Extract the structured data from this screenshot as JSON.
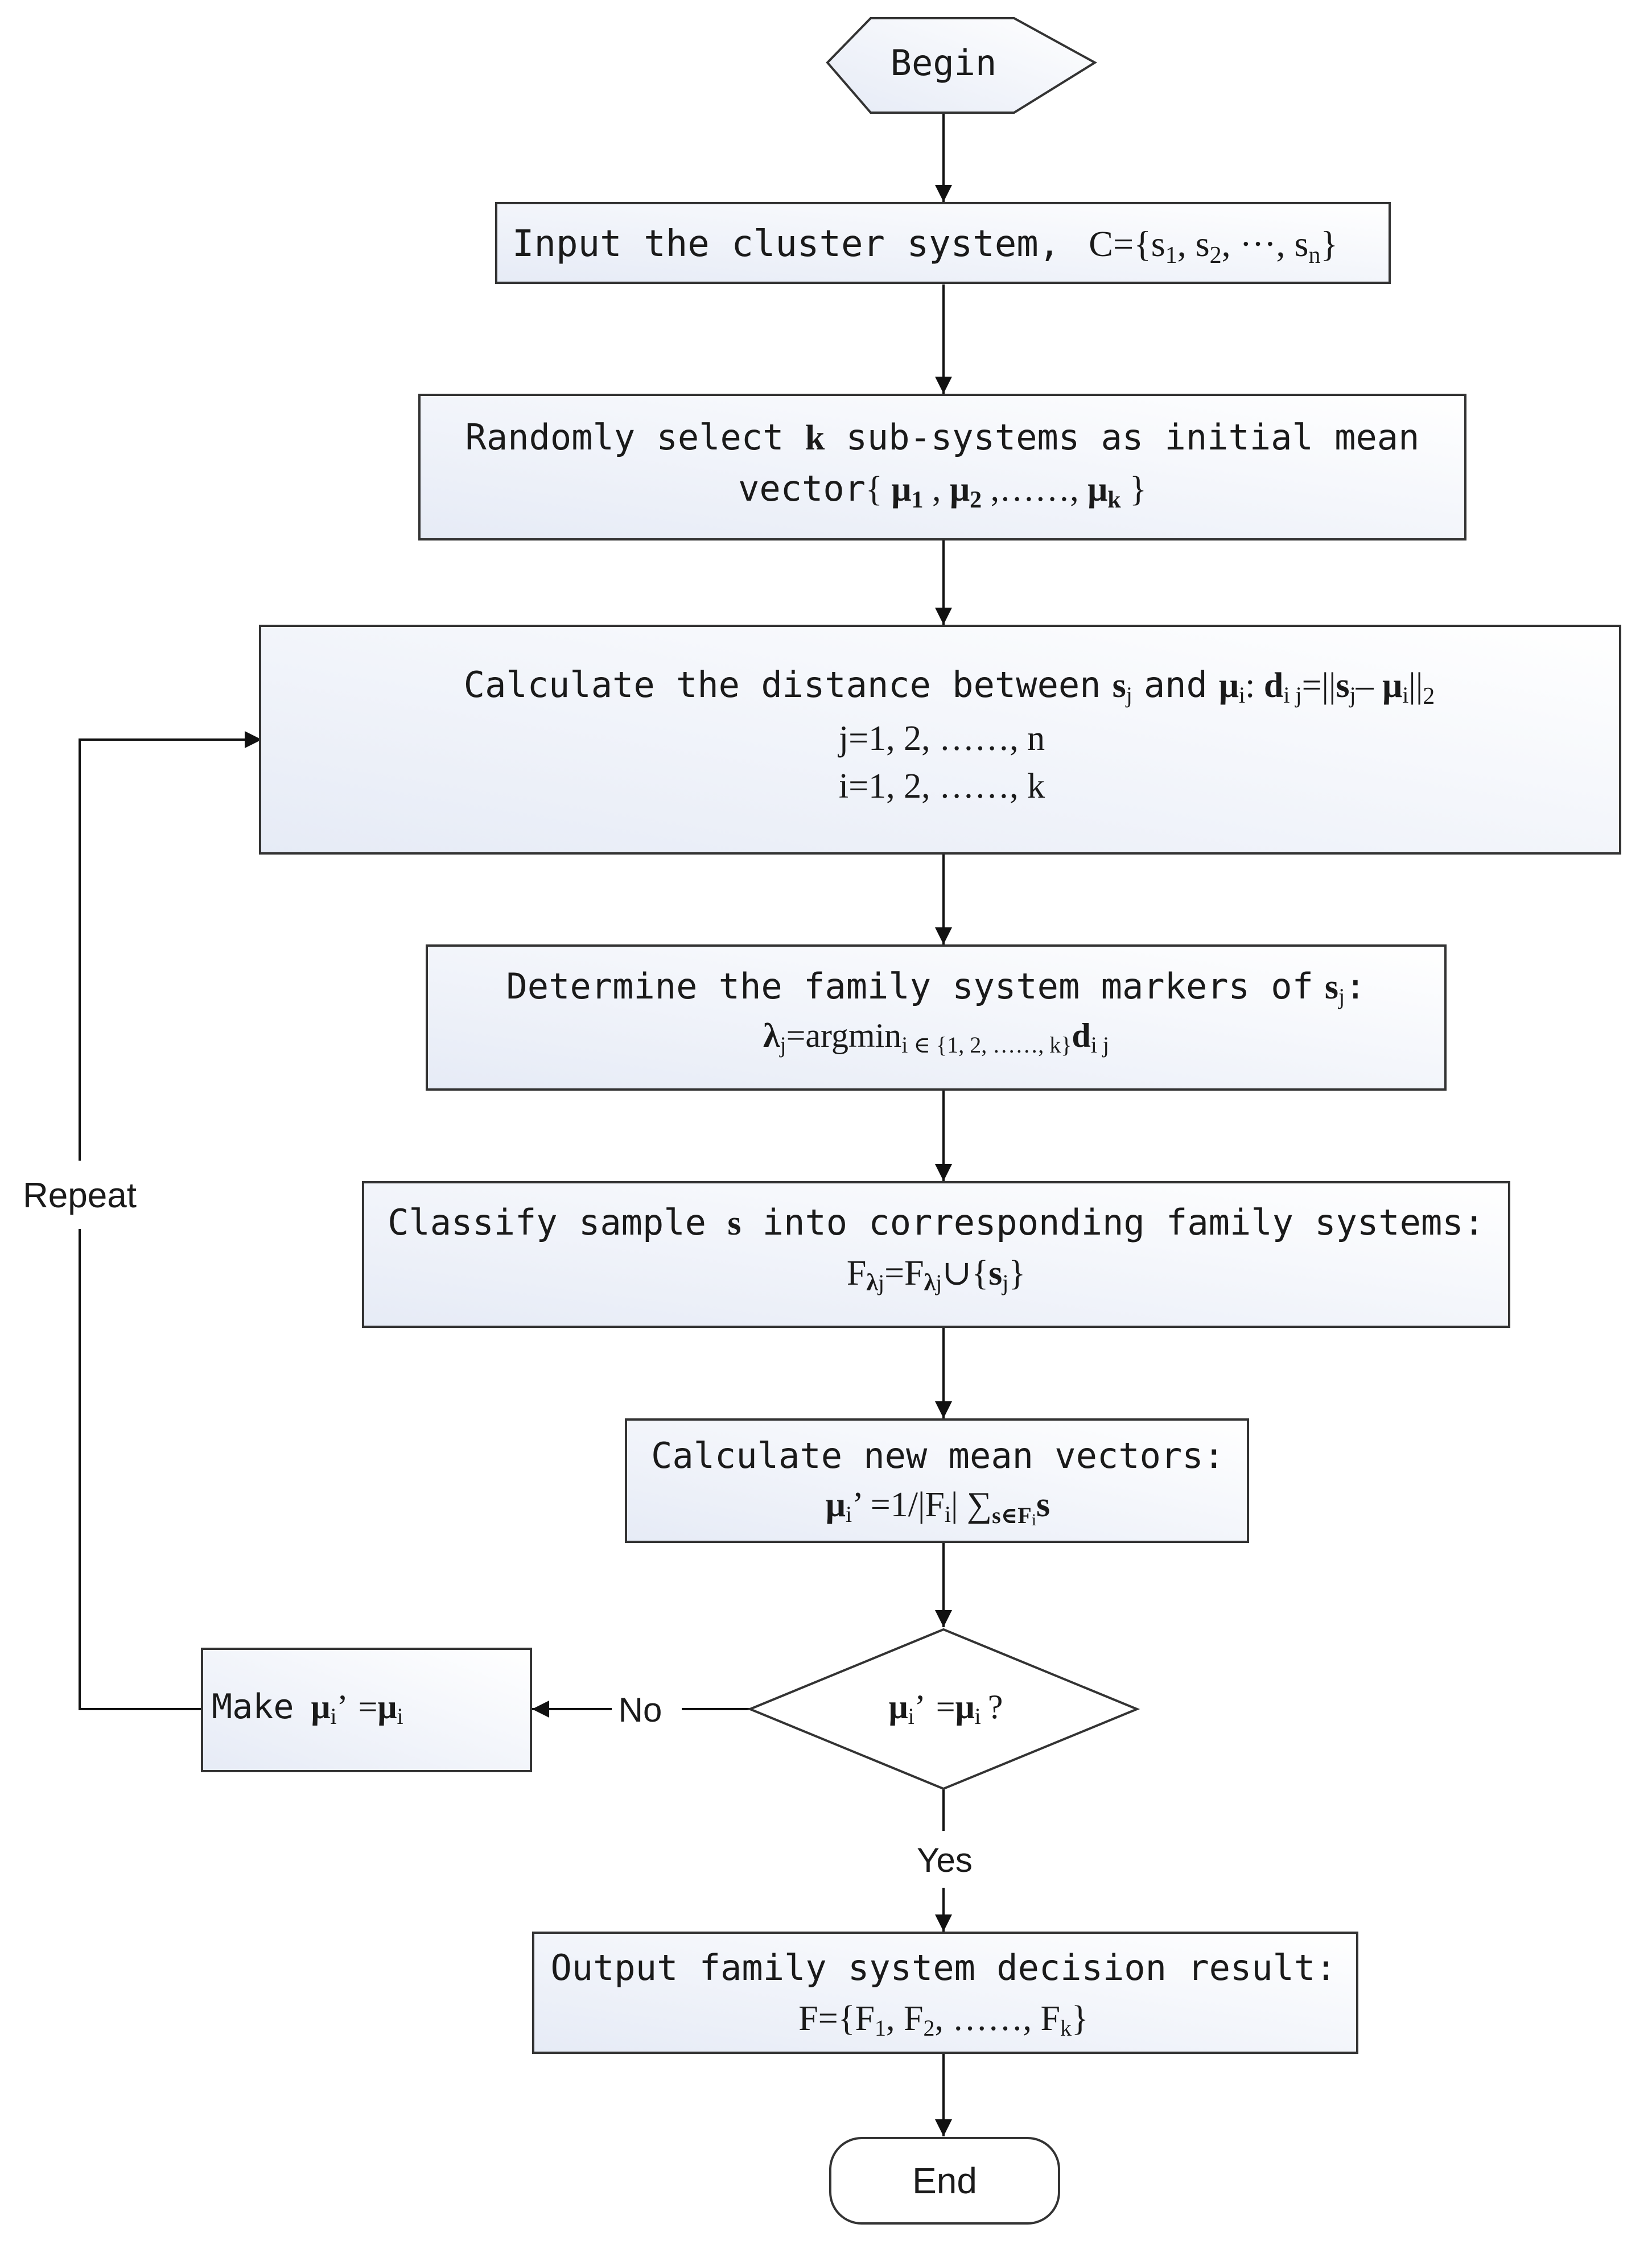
{
  "nodes": {
    "begin": {
      "label": "Begin"
    },
    "input": {
      "text": "Input the cluster system,",
      "c_eq": "C=",
      "s1": "s",
      "s1_sub": "1",
      "s2": "s",
      "s2_sub": "2",
      "ellipsis": "···",
      "sn": "s",
      "sn_sub": "n"
    },
    "select": {
      "line1": "Randomly select",
      "k": "k",
      "line1b": "sub-systems as initial mean",
      "vector": "vector",
      "mu": "μ",
      "sub1": "1",
      "sub2": "2",
      "subk": "k",
      "dots": "……"
    },
    "distance": {
      "prefix": "Calculate the distance between",
      "s": "s",
      "j": "j",
      "and": "and",
      "mu": "μ",
      "i": "i",
      "d": "d",
      "ij": "i j",
      "norm_sub": "2",
      "line2": "j=1, 2, ……, n",
      "line3": "i=1, 2, ……, k"
    },
    "determine": {
      "line1": "Determine the family system markers of",
      "s": "s",
      "j": "j",
      "lambda": "λ",
      "eq": "=argmin",
      "set": "i ∈ {1, 2, ……, k}",
      "d": "d",
      "ij": "i j"
    },
    "classify": {
      "line1": "Classify sample",
      "s": "s",
      "line1b": "into corresponding family systems:",
      "F": "F",
      "lambda": "λ",
      "j": "j",
      "union": "∪",
      "sj": "s"
    },
    "newmean": {
      "line1": "Calculate new mean vectors:",
      "mu": "μ",
      "i": "i",
      "prime": "’",
      "eq": "=1/",
      "F": "F",
      "sum": "∑",
      "sum_sub": "s∈F",
      "sum_sub_i": "i",
      "s": "s"
    },
    "decision": {
      "mu": "μ",
      "i": "i",
      "prime": "’",
      "eq": "=",
      "q": "?"
    },
    "make": {
      "label": "Make",
      "mu": "μ",
      "i": "i",
      "prime": "’",
      "eq": "="
    },
    "output": {
      "line1": "Output family system decision result:",
      "F": "F",
      "eq": "=",
      "sub1": "1",
      "sub2": "2",
      "subk": "k",
      "dots": "……"
    },
    "end": {
      "label": "End"
    }
  },
  "edges": {
    "no_label": "No",
    "yes_label": "Yes",
    "repeat_label": "Repeat"
  },
  "colors": {
    "box_gradient_from": "#e6ebf6",
    "box_gradient_to": "#ffffff",
    "stroke": "#333333"
  }
}
